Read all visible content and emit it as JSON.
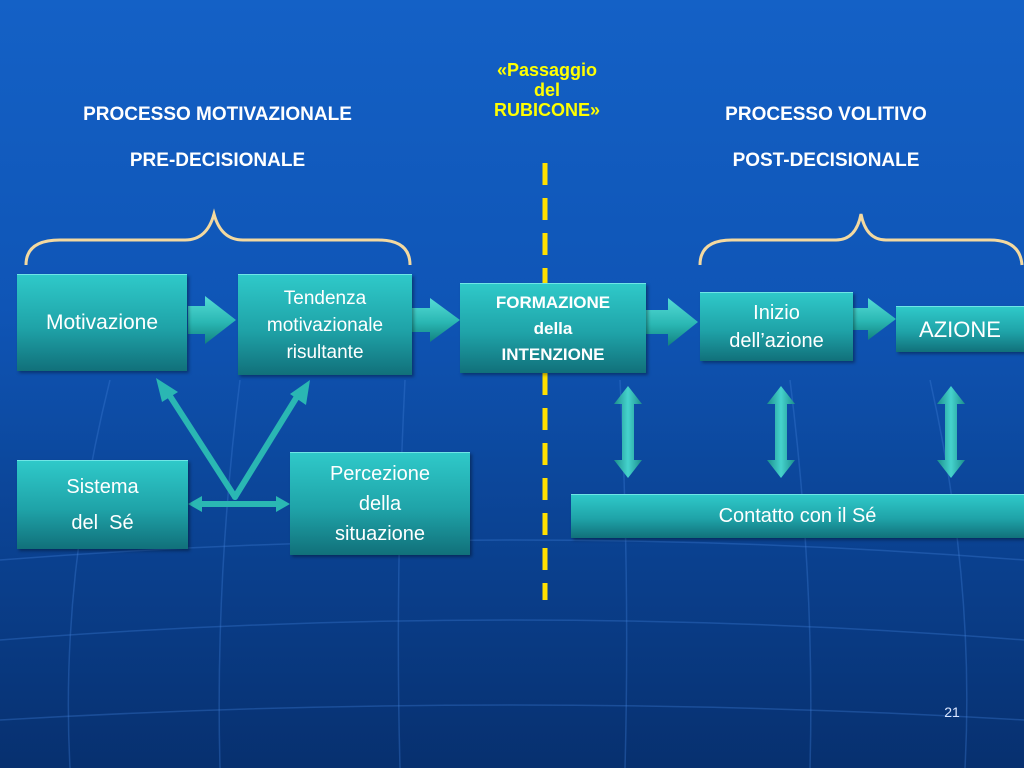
{
  "headers": {
    "left_line1": "PROCESSO MOTIVAZIONALE",
    "left_line2": "PRE-DECISIONALE",
    "right_line1": "PROCESSO VOLITIVO",
    "right_line2": "POST-DECISIONALE"
  },
  "rubicon": {
    "line1": "«Passaggio",
    "line2": "del",
    "line3": "RUBICONE»"
  },
  "boxes": {
    "motivazione": "Motivazione",
    "tendenza": {
      "line1": "Tendenza",
      "line2": "motivazionale",
      "line3": "risultante"
    },
    "formazione": {
      "line1": "FORMAZIONE",
      "line2": "della",
      "line3": "INTENZIONE"
    },
    "inizio": {
      "line1": "Inizio",
      "line2": "dell’azione"
    },
    "azione": "AZIONE",
    "sistema": {
      "line1": "Sistema",
      "line2": "del  Sé"
    },
    "percezione": {
      "line1": "Percezione",
      "line2": "della",
      "line3": "situazione"
    },
    "contatto": "Contatto con il Sé"
  },
  "page_number": "21",
  "colors": {
    "background": "#1258b8",
    "box_teal": "#1fa3a8",
    "arrow_teal": "#2ab7b3",
    "brace": "#f3d9a0",
    "rubicon_line": "#ffe000",
    "rubicon_text": "#ffff00"
  },
  "icons": {
    "process_arrow": "right-arrow-icon",
    "vertical_arrow": "up-down-arrow-icon",
    "bracket": "curly-brace-icon"
  }
}
